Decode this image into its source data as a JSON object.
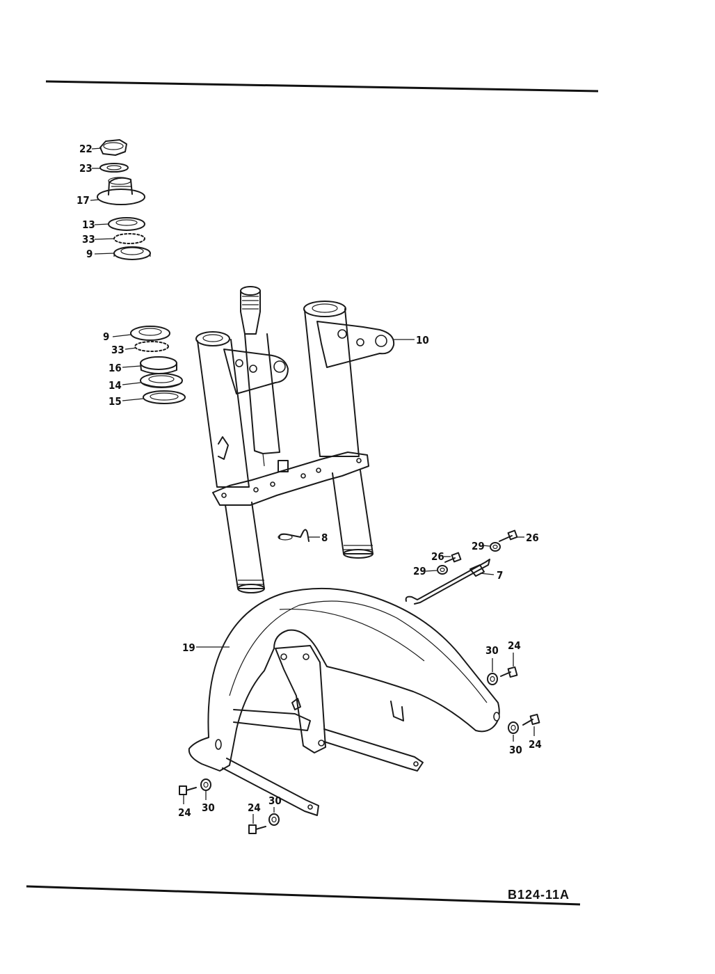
{
  "drawing_code": "B124-11A",
  "callouts": {
    "c22": "22",
    "c23": "23",
    "c17": "17",
    "c13": "13",
    "c33a": "33",
    "c9a": "9",
    "c9b": "9",
    "c33b": "33",
    "c16": "16",
    "c14": "14",
    "c15": "15",
    "c10": "10",
    "c8": "8",
    "c7": "7",
    "c26a": "26",
    "c29a": "29",
    "c26b": "26",
    "c29b": "29",
    "c19": "19",
    "c30a": "30",
    "c24a": "24",
    "c30b": "30",
    "c24b": "24",
    "c24c": "24",
    "c30c": "30",
    "c24d": "24",
    "c30d": "30"
  }
}
